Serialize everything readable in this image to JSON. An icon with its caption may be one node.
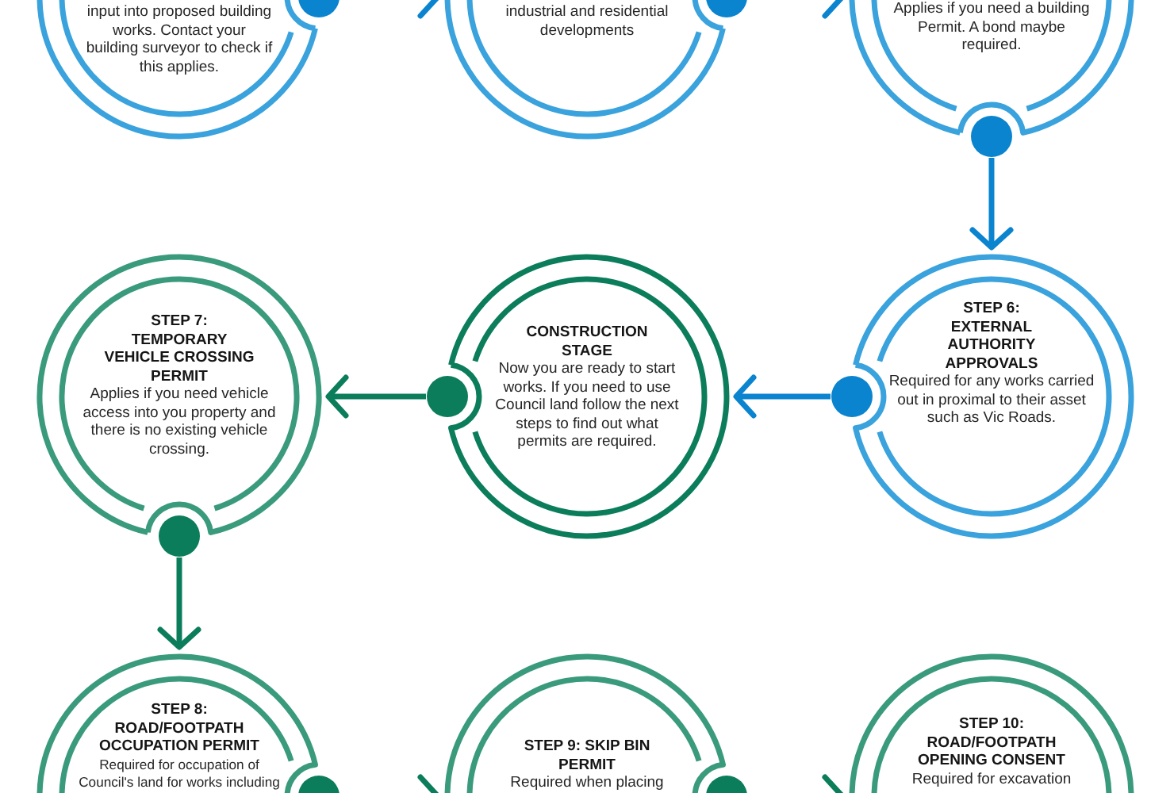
{
  "diagram": {
    "nodes": [
      {
        "text": [
          "input into proposed building works. Contact your building surveyor to check if this applies."
        ]
      },
      {
        "text": [
          "industrial and residential developments"
        ]
      },
      {
        "text": [
          "Applies if you need a building Permit. A bond maybe required."
        ]
      },
      {
        "text": [
          "STEP 7: TEMPORARY VEHICLE CROSSING PERMIT",
          "Applies if you need vehicle access into you property and there is no existing vehicle crossing."
        ]
      },
      {
        "text": [
          "CONSTRUCTION STAGE",
          "Now you are ready to start works. If you need to use Council land follow the next steps to find out what permits are required."
        ]
      },
      {
        "text": [
          "STEP 6: EXTERNAL AUTHORITY APPROVALS",
          "Required for any works carried out in proximal to their asset such as Vic Roads."
        ]
      },
      {
        "text": [
          "STEP 8: ROAD/FOOTPATH OCCUPATION PERMIT",
          "Required for occupation of Council's land for works including"
        ]
      },
      {
        "text": [
          "STEP 9: SKIP BIN PERMIT",
          "Required when placing"
        ]
      },
      {
        "text": [
          "STEP 10: ROAD/FOOTPATH OPENING CONSENT",
          "Required for excavation"
        ]
      }
    ],
    "edges": [
      {
        "from": 0,
        "to": 1,
        "arrow": "to",
        "color": "#0a84cf"
      },
      {
        "from": 1,
        "to": 2,
        "arrow": "to",
        "color": "#0a84cf"
      },
      {
        "from": 2,
        "to": 5,
        "arrow": "to",
        "color": "#0a84cf"
      },
      {
        "from": 5,
        "to": 4,
        "arrow": "to",
        "color": "#0a84cf"
      },
      {
        "from": 4,
        "to": 3,
        "arrow": "to",
        "color": "#0b7d5a"
      },
      {
        "from": 3,
        "to": 6,
        "arrow": "to",
        "color": "#0b7d5a"
      },
      {
        "from": 6,
        "to": 7,
        "arrow": "to",
        "color": "#0b7d5a"
      },
      {
        "from": 7,
        "to": 8,
        "arrow": "to",
        "color": "#0b7d5a"
      }
    ]
  }
}
